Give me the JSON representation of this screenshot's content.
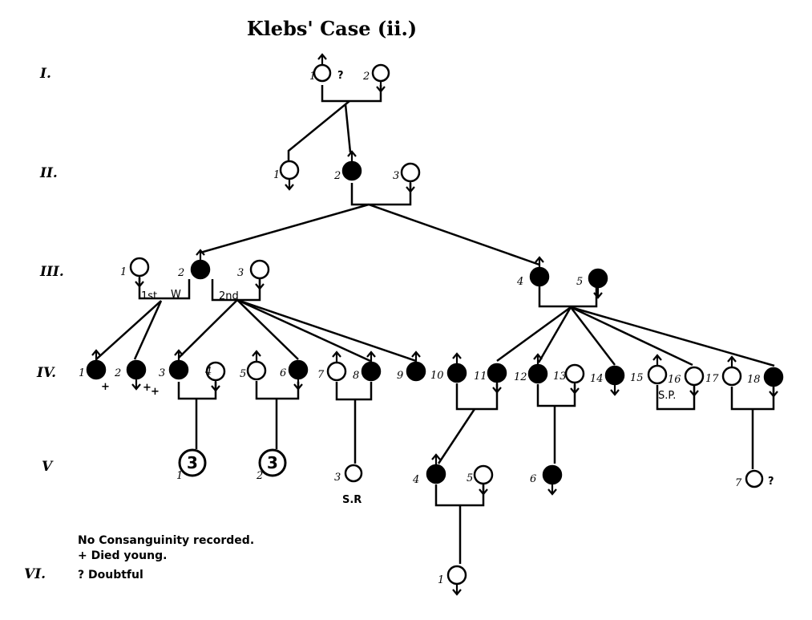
{
  "title": "Klebs' Case (ii.)",
  "generations": [
    "I.",
    "II.",
    "III.",
    "IV.",
    "V",
    "VI."
  ],
  "individuals": {
    "I-1": {
      "number": "1",
      "sex": "male",
      "affected": false,
      "note": "?"
    },
    "I-2": {
      "number": "2",
      "sex": "female",
      "affected": false
    },
    "II-1": {
      "number": "1",
      "sex": "female",
      "affected": false
    },
    "II-2": {
      "number": "2",
      "sex": "male",
      "affected": true
    },
    "II-3": {
      "number": "3",
      "sex": "female",
      "affected": false
    },
    "III-1": {
      "number": "1",
      "sex": "female",
      "affected": false
    },
    "III-2": {
      "number": "2",
      "sex": "male",
      "affected": true
    },
    "III-3": {
      "number": "3",
      "sex": "female",
      "affected": false
    },
    "III-4": {
      "number": "4",
      "sex": "male",
      "affected": true
    },
    "III-5": {
      "number": "5",
      "sex": "female",
      "affected": true
    },
    "IV-1": {
      "number": "1",
      "sex": "male",
      "affected": true,
      "died_young": true
    },
    "IV-2": {
      "number": "2",
      "sex": "female",
      "affected": true,
      "died_young": true
    },
    "IV-3": {
      "number": "3",
      "sex": "male",
      "affected": true,
      "died_young": true
    },
    "IV-4": {
      "number": "4",
      "sex": "female",
      "affected": false
    },
    "IV-5": {
      "number": "5",
      "sex": "male",
      "affected": false
    },
    "IV-6": {
      "number": "6",
      "sex": "female",
      "affected": true
    },
    "IV-7": {
      "number": "7",
      "sex": "male",
      "affected": false
    },
    "IV-8": {
      "number": "8",
      "sex": "male",
      "affected": true
    },
    "IV-9": {
      "number": "9",
      "sex": "male",
      "affected": true
    },
    "IV-10": {
      "number": "10",
      "sex": "male",
      "affected": true
    },
    "IV-11": {
      "number": "11",
      "sex": "female",
      "affected": true
    },
    "IV-12": {
      "number": "12",
      "sex": "male",
      "affected": true
    },
    "IV-13": {
      "number": "13",
      "sex": "female",
      "affected": false
    },
    "IV-14": {
      "number": "14",
      "sex": "female",
      "affected": true
    },
    "IV-15": {
      "number": "15",
      "sex": "male",
      "affected": false
    },
    "IV-16": {
      "number": "16",
      "sex": "female",
      "affected": false
    },
    "IV-17": {
      "number": "17",
      "sex": "male",
      "affected": false
    },
    "IV-18": {
      "number": "18",
      "sex": "female",
      "affected": true
    },
    "V-1": {
      "number": "1",
      "group_count": "3"
    },
    "V-2": {
      "number": "2",
      "group_count": "3"
    },
    "V-3": {
      "number": "3",
      "affected": false,
      "note": "S.R"
    },
    "V-4": {
      "number": "4",
      "sex": "male",
      "affected": true
    },
    "V-5": {
      "number": "5",
      "sex": "female",
      "affected": false
    },
    "V-6": {
      "number": "6",
      "sex": "female",
      "affected": true
    },
    "V-7": {
      "number": "7",
      "affected": false,
      "note": "?"
    },
    "VI-1": {
      "number": "1",
      "sex": "female",
      "affected": false
    }
  },
  "marriage_labels": {
    "first": "1st",
    "w": "W",
    "second": "2nd",
    "sp": "S.P."
  },
  "died_mark": "+",
  "legend": [
    "No Consanguinity recorded.",
    "+ Died young.",
    "? Doubtful"
  ]
}
